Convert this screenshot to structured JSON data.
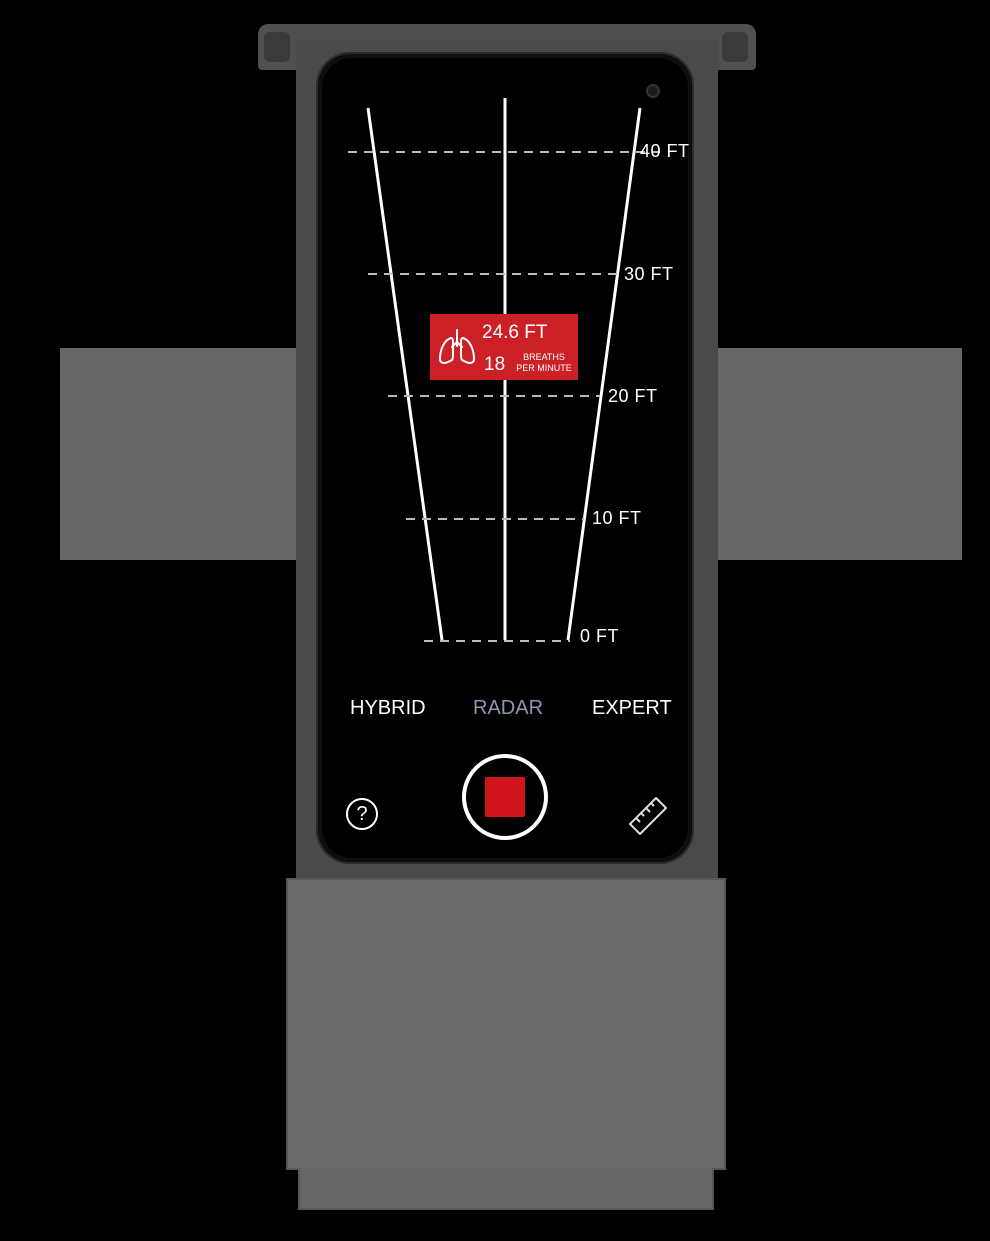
{
  "radar": {
    "distance_markers": [
      "40 FT",
      "30 FT",
      "20 FT",
      "10 FT",
      "0 FT"
    ]
  },
  "detection": {
    "distance": "24.6 FT",
    "breaths_value": "18",
    "breaths_label_line1": "BREATHS",
    "breaths_label_line2": "PER MINUTE",
    "icon": "lungs-icon",
    "color": "#cc2027"
  },
  "modes": {
    "hybrid": "HYBRID",
    "radar": "RADAR",
    "expert": "EXPERT",
    "active": "RADAR",
    "active_color": "#8d97b5"
  },
  "controls": {
    "help_glyph": "?",
    "help_icon": "question-circle-icon",
    "record_icon": "stop-icon",
    "record_color": "#d0161c",
    "ruler_icon": "ruler-icon"
  }
}
